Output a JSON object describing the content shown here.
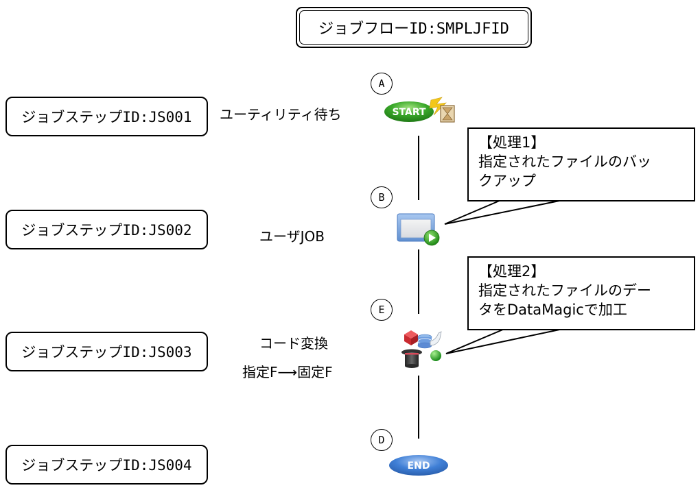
{
  "flow": {
    "title": "ジョブフローID:SMPLJFID"
  },
  "steps": [
    {
      "id_label": "ジョブステップID:JS001",
      "marker": "A",
      "description": "ユーティリティ待ち",
      "icon": "start-icon",
      "icon_text": "START"
    },
    {
      "id_label": "ジョブステップID:JS002",
      "marker": "B",
      "description": "ユーザJOB",
      "icon": "user-job-icon"
    },
    {
      "id_label": "ジョブステップID:JS003",
      "marker": "E",
      "description_line1": "コード変換",
      "description_line2": "指定F⟶固定F",
      "icon": "datamagic-icon"
    },
    {
      "id_label": "ジョブステップID:JS004",
      "marker": "D",
      "icon": "end-icon",
      "icon_text": "END"
    }
  ],
  "callouts": [
    {
      "heading": "【処理1】",
      "line1": "指定されたファイルのバッ",
      "line2": "クアップ"
    },
    {
      "heading": "【処理2】",
      "line1": "指定されたファイルのデー",
      "line2": "タをDataMagicで加工"
    }
  ],
  "colors": {
    "start_green": "#3aa82a",
    "end_blue": "#3f7fd6",
    "lightning_yellow": "#f2c71b",
    "job_window_blue": "#7aa6dc",
    "play_green": "#2d9a1f",
    "cube_red": "#d9343a",
    "ball_green": "#2bab2b"
  }
}
